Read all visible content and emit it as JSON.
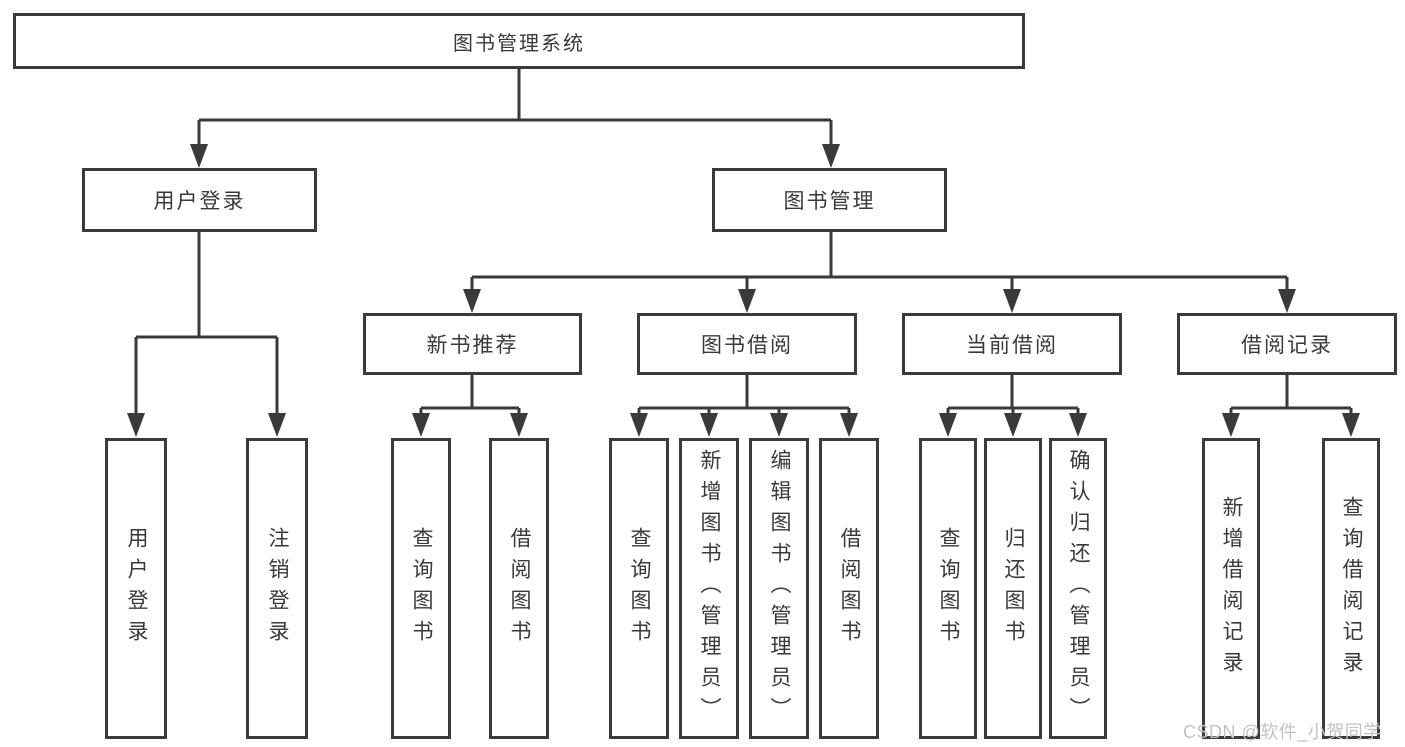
{
  "colors": {
    "line": "#3a3a3a",
    "ink": "#3a3a3a",
    "watermark": "#c2c2c2"
  },
  "watermark": {
    "text": "CSDN @软件_小贺同学"
  },
  "tree": {
    "root": {
      "label": "图书管理系统"
    },
    "branches": [
      {
        "label": "用户登录",
        "children": [
          {
            "label": "用户登录"
          },
          {
            "label": "注销登录"
          }
        ]
      },
      {
        "label": "图书管理",
        "children": [
          {
            "label": "新书推荐",
            "children": [
              {
                "label": "查询图书"
              },
              {
                "label": "借阅图书"
              }
            ]
          },
          {
            "label": "图书借阅",
            "children": [
              {
                "label": "查询图书"
              },
              {
                "label": "新增图书（管理员）"
              },
              {
                "label": "编辑图书（管理员）"
              },
              {
                "label": "借阅图书"
              }
            ]
          },
          {
            "label": "当前借阅",
            "children": [
              {
                "label": "查询图书"
              },
              {
                "label": "归还图书"
              },
              {
                "label": "确认归还（管理员）"
              }
            ]
          },
          {
            "label": "借阅记录",
            "children": [
              {
                "label": "新增借阅记录"
              },
              {
                "label": "查询借阅记录"
              }
            ]
          }
        ]
      }
    ]
  }
}
